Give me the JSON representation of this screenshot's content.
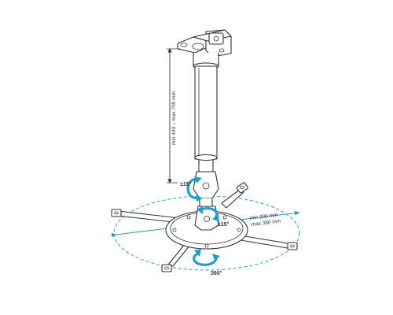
{
  "diagram": {
    "height_label": "min 440 – max 705 mm",
    "width_label_line1": "min 200 mm",
    "width_label_line2": "max 380 mm",
    "tilt_label": "±15°",
    "swivel_label": "±15°",
    "rotation_label": "360°",
    "colors": {
      "line": "#333333",
      "accent": "#1ea0c8",
      "background": "#ffffff"
    }
  }
}
